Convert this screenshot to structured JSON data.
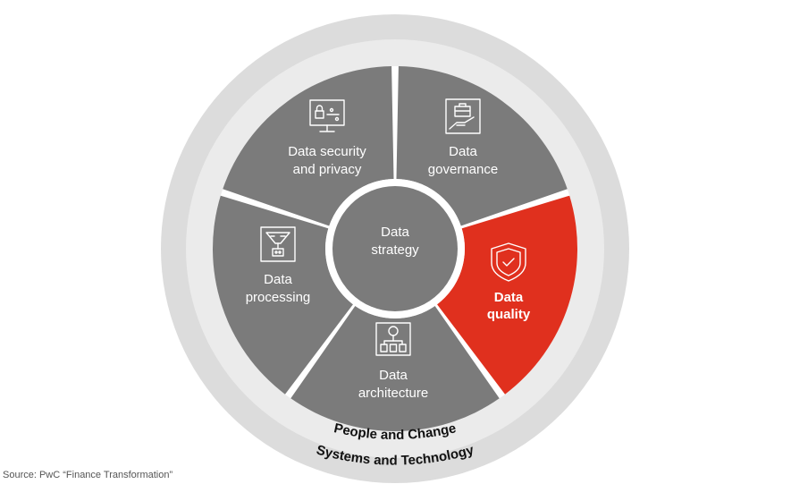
{
  "center": {
    "line1": "Data",
    "line2": "strategy"
  },
  "segments": [
    {
      "id": "governance",
      "line1": "Data",
      "line2": "governance",
      "icon": "hand-briefcase-icon",
      "highlight": false
    },
    {
      "id": "quality",
      "line1": "Data",
      "line2": "quality",
      "icon": "shield-check-icon",
      "highlight": true
    },
    {
      "id": "architecture",
      "line1": "Data",
      "line2": "architecture",
      "icon": "architecture-tree-icon",
      "highlight": false
    },
    {
      "id": "processing",
      "line1": "Data",
      "line2": "processing",
      "icon": "funnel-processing-icon",
      "highlight": false
    },
    {
      "id": "security",
      "line1": "Data security",
      "line2": "and privacy",
      "icon": "monitor-lock-icon",
      "highlight": false
    }
  ],
  "rings": {
    "inner_label": "People and Change",
    "outer_label": "Systems and Technology"
  },
  "colors": {
    "segment": "#7b7b7b",
    "highlight": "#e0301e",
    "ring_outer": "#dcdcdc",
    "ring_inner": "#ebebeb"
  },
  "source": "Source: PwC “Finance Transformation”"
}
